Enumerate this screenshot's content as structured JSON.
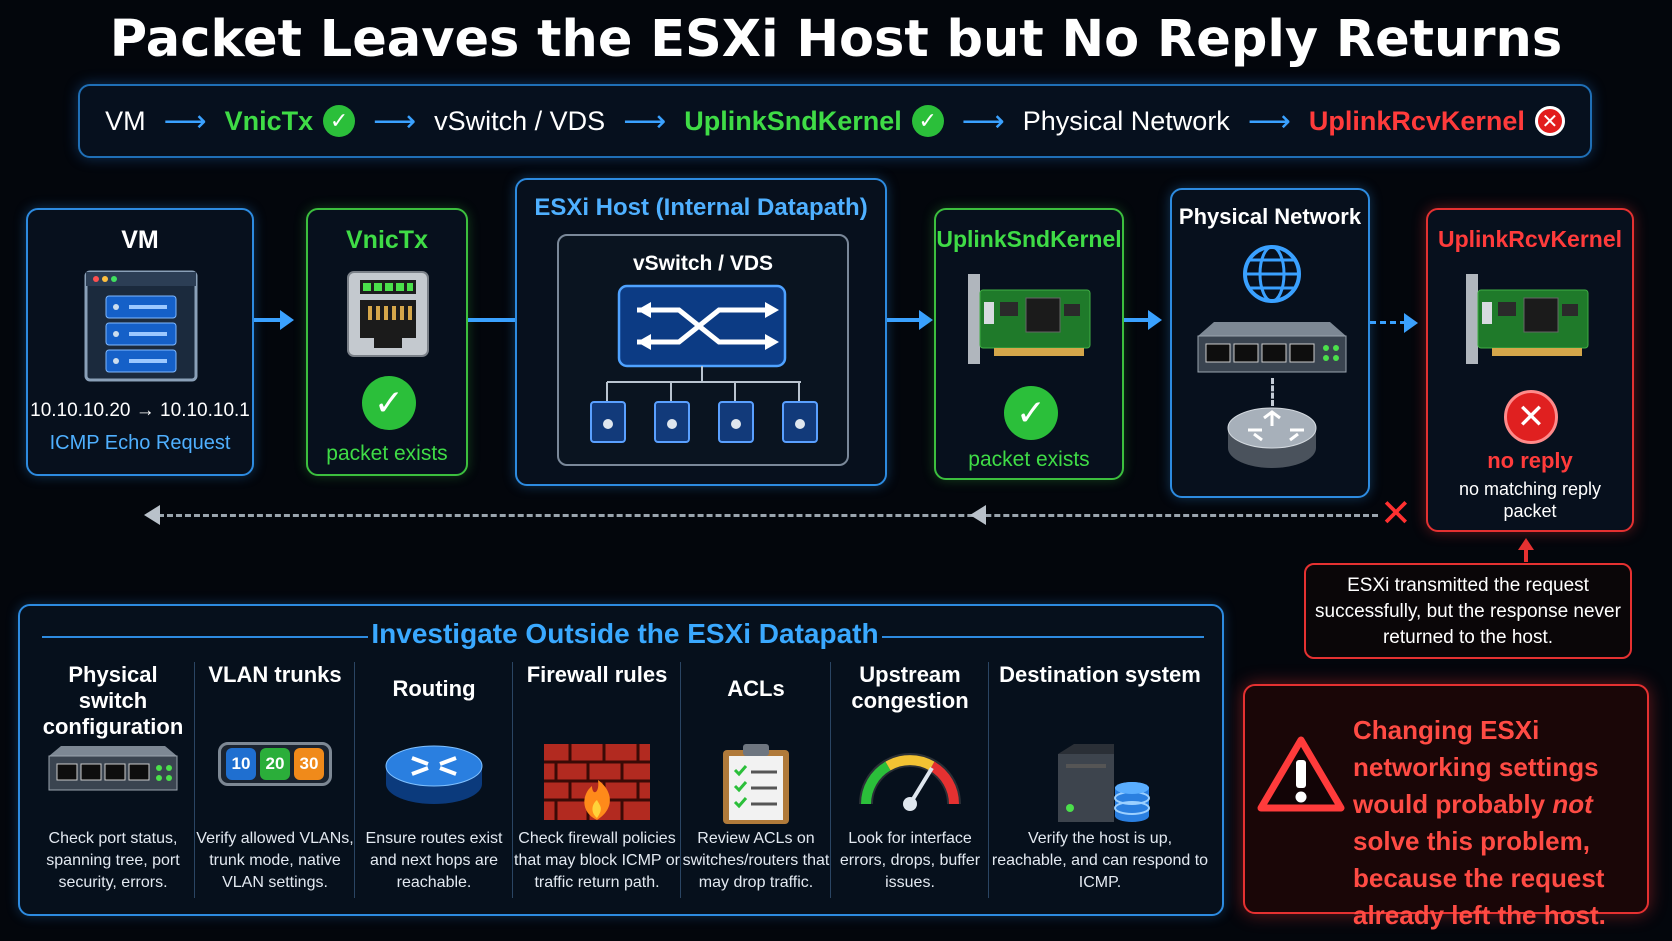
{
  "title": "Packet Leaves the ESXi Host but No Reply Returns",
  "colors": {
    "accent_blue": "#2d8be0",
    "ok_green": "#3cbf3e",
    "fail_red": "#e53131"
  },
  "flow": {
    "steps": [
      {
        "label": "VM",
        "style": "white",
        "status": ""
      },
      {
        "label": "VnicTx",
        "style": "green",
        "status": "ok"
      },
      {
        "label": "vSwitch / VDS",
        "style": "white",
        "status": ""
      },
      {
        "label": "UplinkSndKernel",
        "style": "green",
        "status": "ok"
      },
      {
        "label": "Physical Network",
        "style": "white",
        "status": ""
      },
      {
        "label": "UplinkRcvKernel",
        "style": "red",
        "status": "fail"
      }
    ]
  },
  "vm": {
    "title": "VM",
    "ips": "10.10.10.20 → 10.10.10.1",
    "proto": "ICMP Echo Request",
    "icon": "server-icon"
  },
  "vnictx": {
    "title": "VnicTx",
    "status": "packet exists",
    "icon": "ethernet-port-icon"
  },
  "esxi": {
    "title": "ESXi Host (Internal Datapath)",
    "inner_title": "vSwitch / VDS",
    "icon": "switch-icon"
  },
  "uplinksnd": {
    "title": "UplinkSndKernel",
    "status": "packet exists",
    "icon": "nic-card-icon"
  },
  "physical": {
    "title": "Physical Network",
    "icon": "globe-icon"
  },
  "uplinkrcv": {
    "title": "UplinkRcvKernel",
    "status": "no reply",
    "detail": "no matching reply packet",
    "icon": "nic-card-icon"
  },
  "note": "ESXi transmitted the request successfully, but the response never returned to the host.",
  "investigate": {
    "title": "Investigate Outside the ESXi Datapath",
    "items": [
      {
        "title": "Physical switch configuration",
        "desc": "Check port status, spanning tree, port security, errors.",
        "icon": "switch-icon"
      },
      {
        "title": "VLAN trunks",
        "desc": "Verify allowed VLANs, trunk mode, native VLAN settings.",
        "icon": "trunk-icon",
        "vlans": [
          "10",
          "20",
          "30"
        ]
      },
      {
        "title": "Routing",
        "desc": "Ensure routes exist and next hops are reachable.",
        "icon": "router-icon"
      },
      {
        "title": "Firewall rules",
        "desc": "Check firewall policies that may block ICMP or traffic return path.",
        "icon": "firewall-icon"
      },
      {
        "title": "ACLs",
        "desc": "Review ACLs on switches/routers that may drop traffic.",
        "icon": "clipboard-icon"
      },
      {
        "title": "Upstream congestion",
        "desc": "Look for interface errors, drops, buffer issues.",
        "icon": "gauge-icon"
      },
      {
        "title": "Destination system",
        "desc": "Verify the host is up, reachable, and can respond to ICMP.",
        "icon": "database-server-icon"
      }
    ]
  },
  "warning": {
    "line1": "Changing ESXi networking settings would probably ",
    "emph": "not",
    "line2": " solve this problem, because the request already left the host.",
    "icon": "warning-icon"
  }
}
